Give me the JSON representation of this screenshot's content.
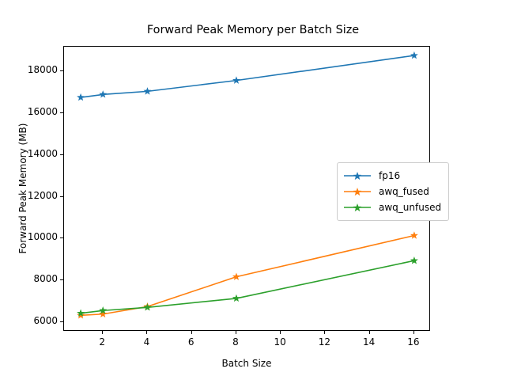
{
  "chart_data": {
    "type": "line",
    "title": "Forward Peak Memory per Batch Size",
    "xlabel": "Batch Size",
    "ylabel": "Forward Peak Memory (MB)",
    "x": [
      1,
      2,
      4,
      8,
      16
    ],
    "xlim": [
      0.25,
      16.75
    ],
    "ylim": [
      5560,
      19160
    ],
    "xticks": [
      2,
      4,
      6,
      8,
      10,
      12,
      14,
      16
    ],
    "xtick_labels": [
      "2",
      "4",
      "6",
      "8",
      "10",
      "12",
      "14",
      "16"
    ],
    "yticks": [
      6000,
      8000,
      10000,
      12000,
      14000,
      16000,
      18000
    ],
    "ytick_labels": [
      "6000",
      "8000",
      "10000",
      "12000",
      "14000",
      "16000",
      "18000"
    ],
    "grid": false,
    "legend_position": "center right",
    "marker": "star",
    "series": [
      {
        "name": "fp16",
        "color": "#1f77b4",
        "values": [
          16740,
          16880,
          17030,
          17550,
          18740
        ]
      },
      {
        "name": "awq_fused",
        "color": "#ff7f0e",
        "values": [
          6340,
          6400,
          6760,
          8180,
          10150
        ]
      },
      {
        "name": "awq_unfused",
        "color": "#2ca02c",
        "values": [
          6440,
          6570,
          6720,
          7150,
          8950
        ]
      }
    ]
  },
  "legend": {
    "entries": [
      {
        "label": "fp16"
      },
      {
        "label": "awq_fused"
      },
      {
        "label": "awq_unfused"
      }
    ]
  }
}
